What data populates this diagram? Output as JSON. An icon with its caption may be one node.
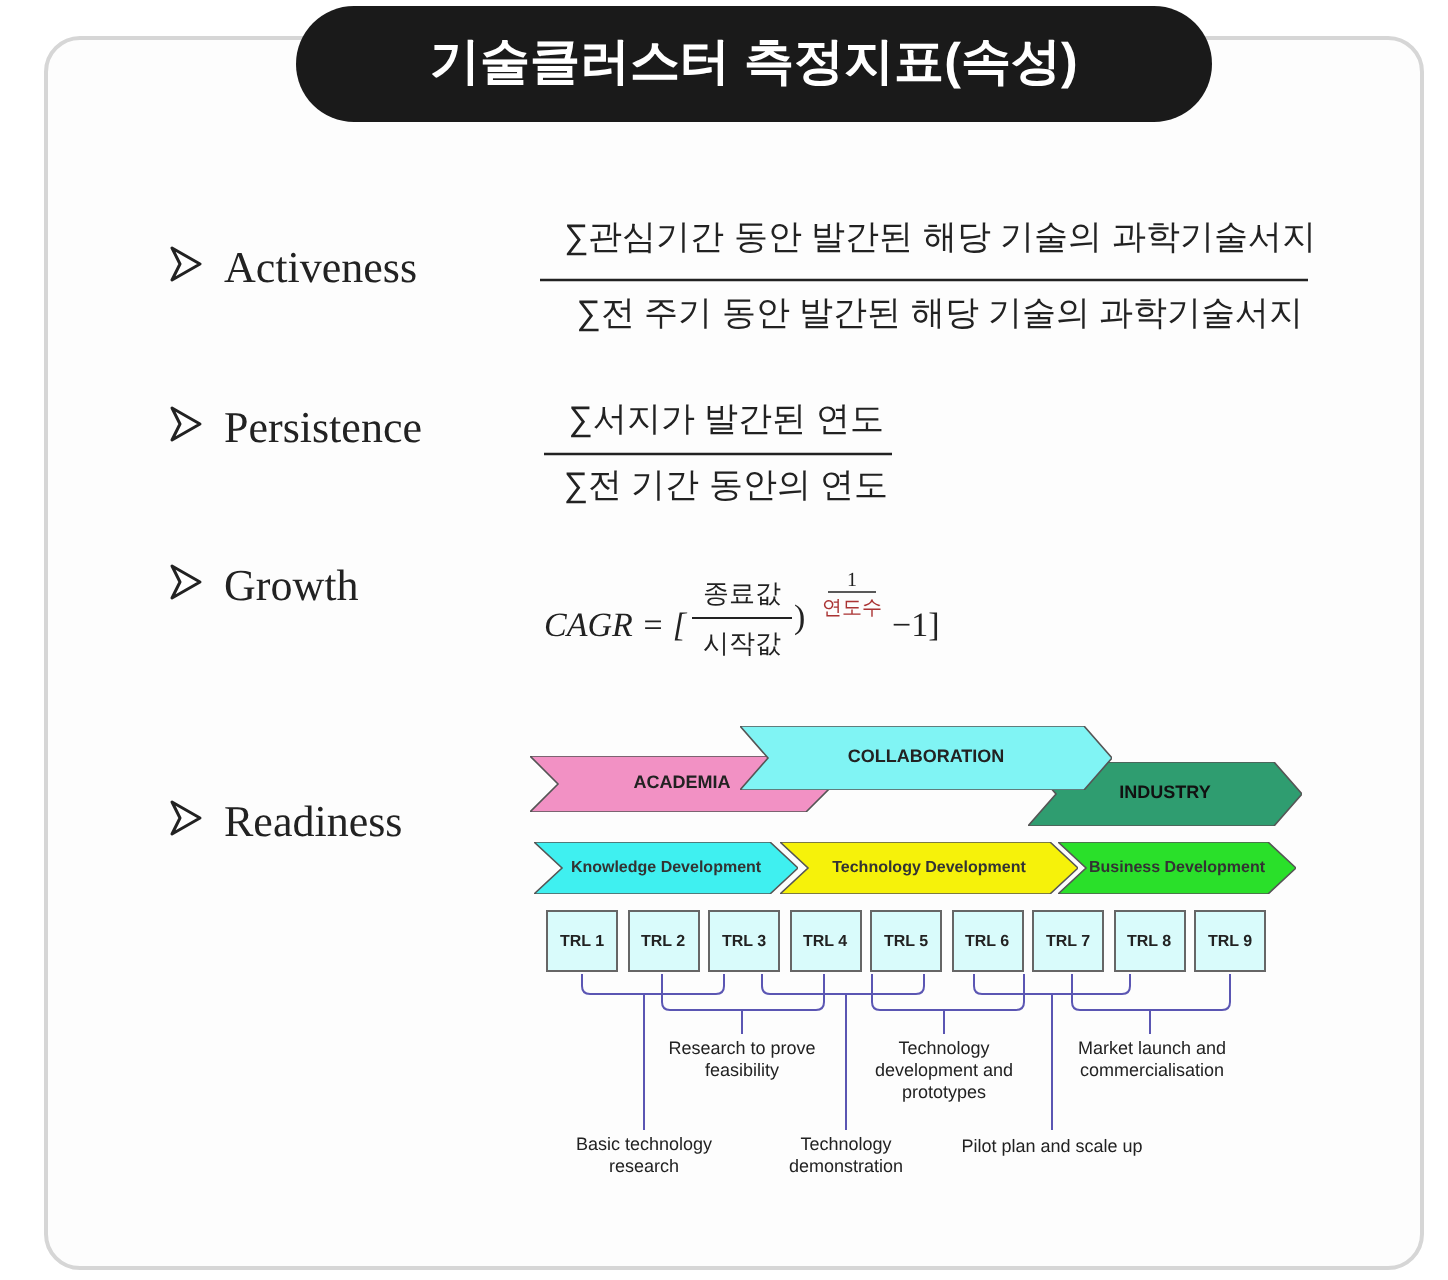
{
  "diagram": {
    "nodes": [
      {
        "text": [
          "기술클러스터 측정지표(속성)"
        ]
      },
      {
        "text": [
          "ACADEMIA"
        ]
      },
      {
        "text": [
          "COLLABORATION"
        ]
      },
      {
        "text": [
          "INDUSTRY"
        ]
      },
      {
        "text": [
          "Knowledge Development"
        ]
      },
      {
        "text": [
          "Technology Development"
        ]
      },
      {
        "text": [
          "Business Development"
        ]
      },
      {
        "text": [
          "TRL 1"
        ]
      },
      {
        "text": [
          "TRL 2"
        ]
      },
      {
        "text": [
          "TRL 3"
        ]
      },
      {
        "text": [
          "TRL 4"
        ]
      },
      {
        "text": [
          "TRL 5"
        ]
      },
      {
        "text": [
          "TRL 6"
        ]
      },
      {
        "text": [
          "TRL 7"
        ]
      },
      {
        "text": [
          "TRL 8"
        ]
      },
      {
        "text": [
          "TRL 9"
        ]
      }
    ],
    "labels": [
      "Activeness",
      "∑관심기간 동안 발간된 해당 기술의 과학기술서지",
      "∑전 주기 동안 발간된 해당 기술의 과학기술서지",
      "Persistence",
      "∑서지가 발간된 연도",
      "∑전 기간 동안의 연도",
      "Growth",
      "CAGR = [",
      "종료값",
      "시작값",
      ")",
      "1",
      "연도수",
      "−1]",
      "Readiness",
      "Basic technology research",
      "Research to prove feasibility",
      "Technology demonstration",
      "Technology development and prototypes",
      "Pilot plan and scale up",
      "Market launch and commercialisation"
    ]
  }
}
